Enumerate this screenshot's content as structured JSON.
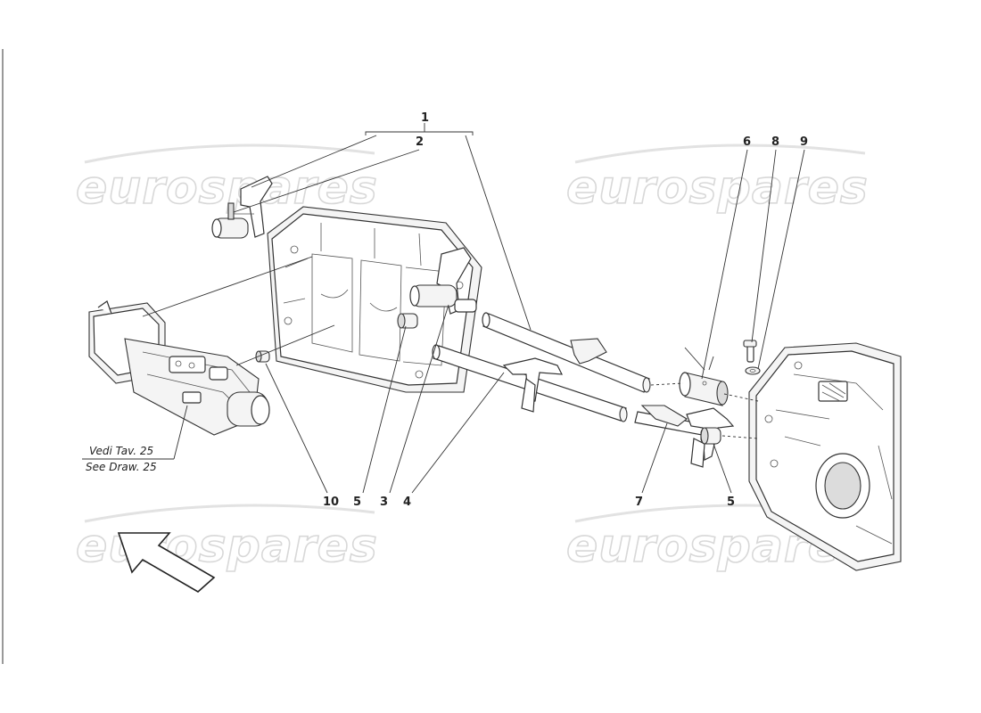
{
  "watermark": "eurospares",
  "callouts": {
    "c1": "1",
    "c2": "2",
    "c3": "3",
    "c4": "4",
    "c5a": "5",
    "c5b": "5",
    "c6": "6",
    "c7": "7",
    "c8": "8",
    "c9": "9",
    "c10": "10"
  },
  "reference_note": {
    "line1": "Vedi Tav. 25",
    "line2": "See Draw. 25"
  },
  "icons": {
    "direction_arrow": "direction-arrow-icon"
  }
}
